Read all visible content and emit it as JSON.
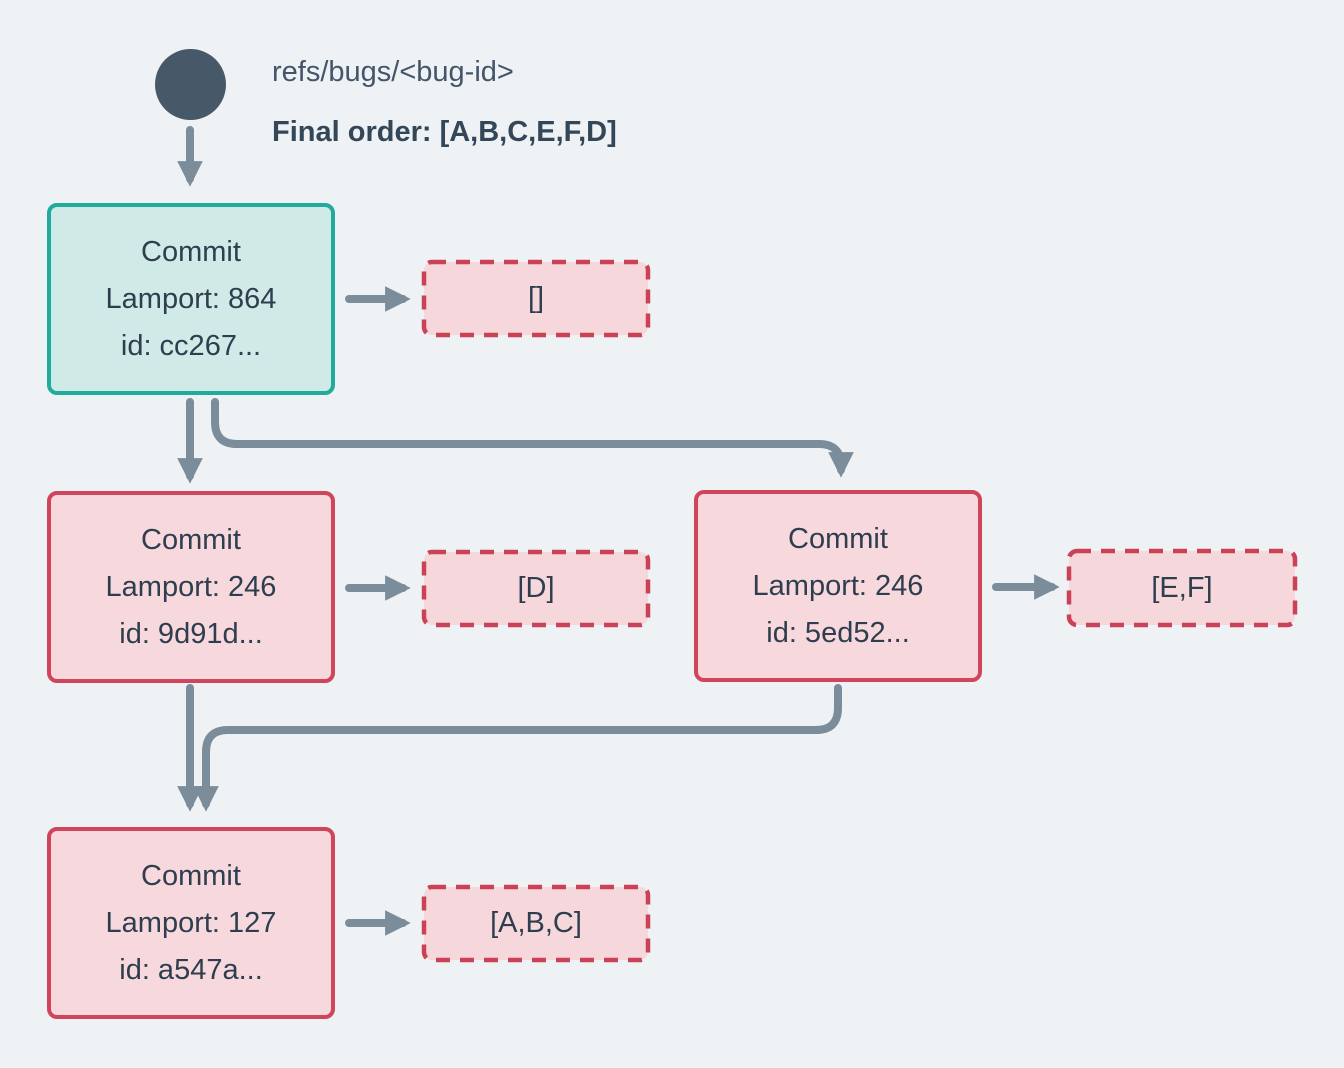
{
  "header": {
    "ref": "refs/bugs/<bug-id>",
    "final_order": "Final order: [A,B,C,E,F,D]"
  },
  "nodes": [
    {
      "title": "Commit",
      "lamport": "Lamport: 864",
      "id_line": "id: cc267...",
      "ops": "[]"
    },
    {
      "title": "Commit",
      "lamport": "Lamport: 246",
      "id_line": "id: 9d91d...",
      "ops": "[D]"
    },
    {
      "title": "Commit",
      "lamport": "Lamport: 246",
      "id_line": "id: 5ed52...",
      "ops": "[E,F]"
    },
    {
      "title": "Commit",
      "lamport": "Lamport: 127",
      "id_line": "id: a547a...",
      "ops": "[A,B,C]"
    }
  ],
  "colors": {
    "background": "#eff2f5",
    "arrow": "#7b8c9b",
    "ref_circle": "#475868",
    "teal_border": "#21ab9d",
    "teal_fill": "#cfeae7",
    "red_border": "#d0455b",
    "pink_fill": "#f7d8dd",
    "dashed_border": "#cb4257",
    "dashed_fill": "#f6d7dc",
    "text": "#2e3e4e"
  }
}
